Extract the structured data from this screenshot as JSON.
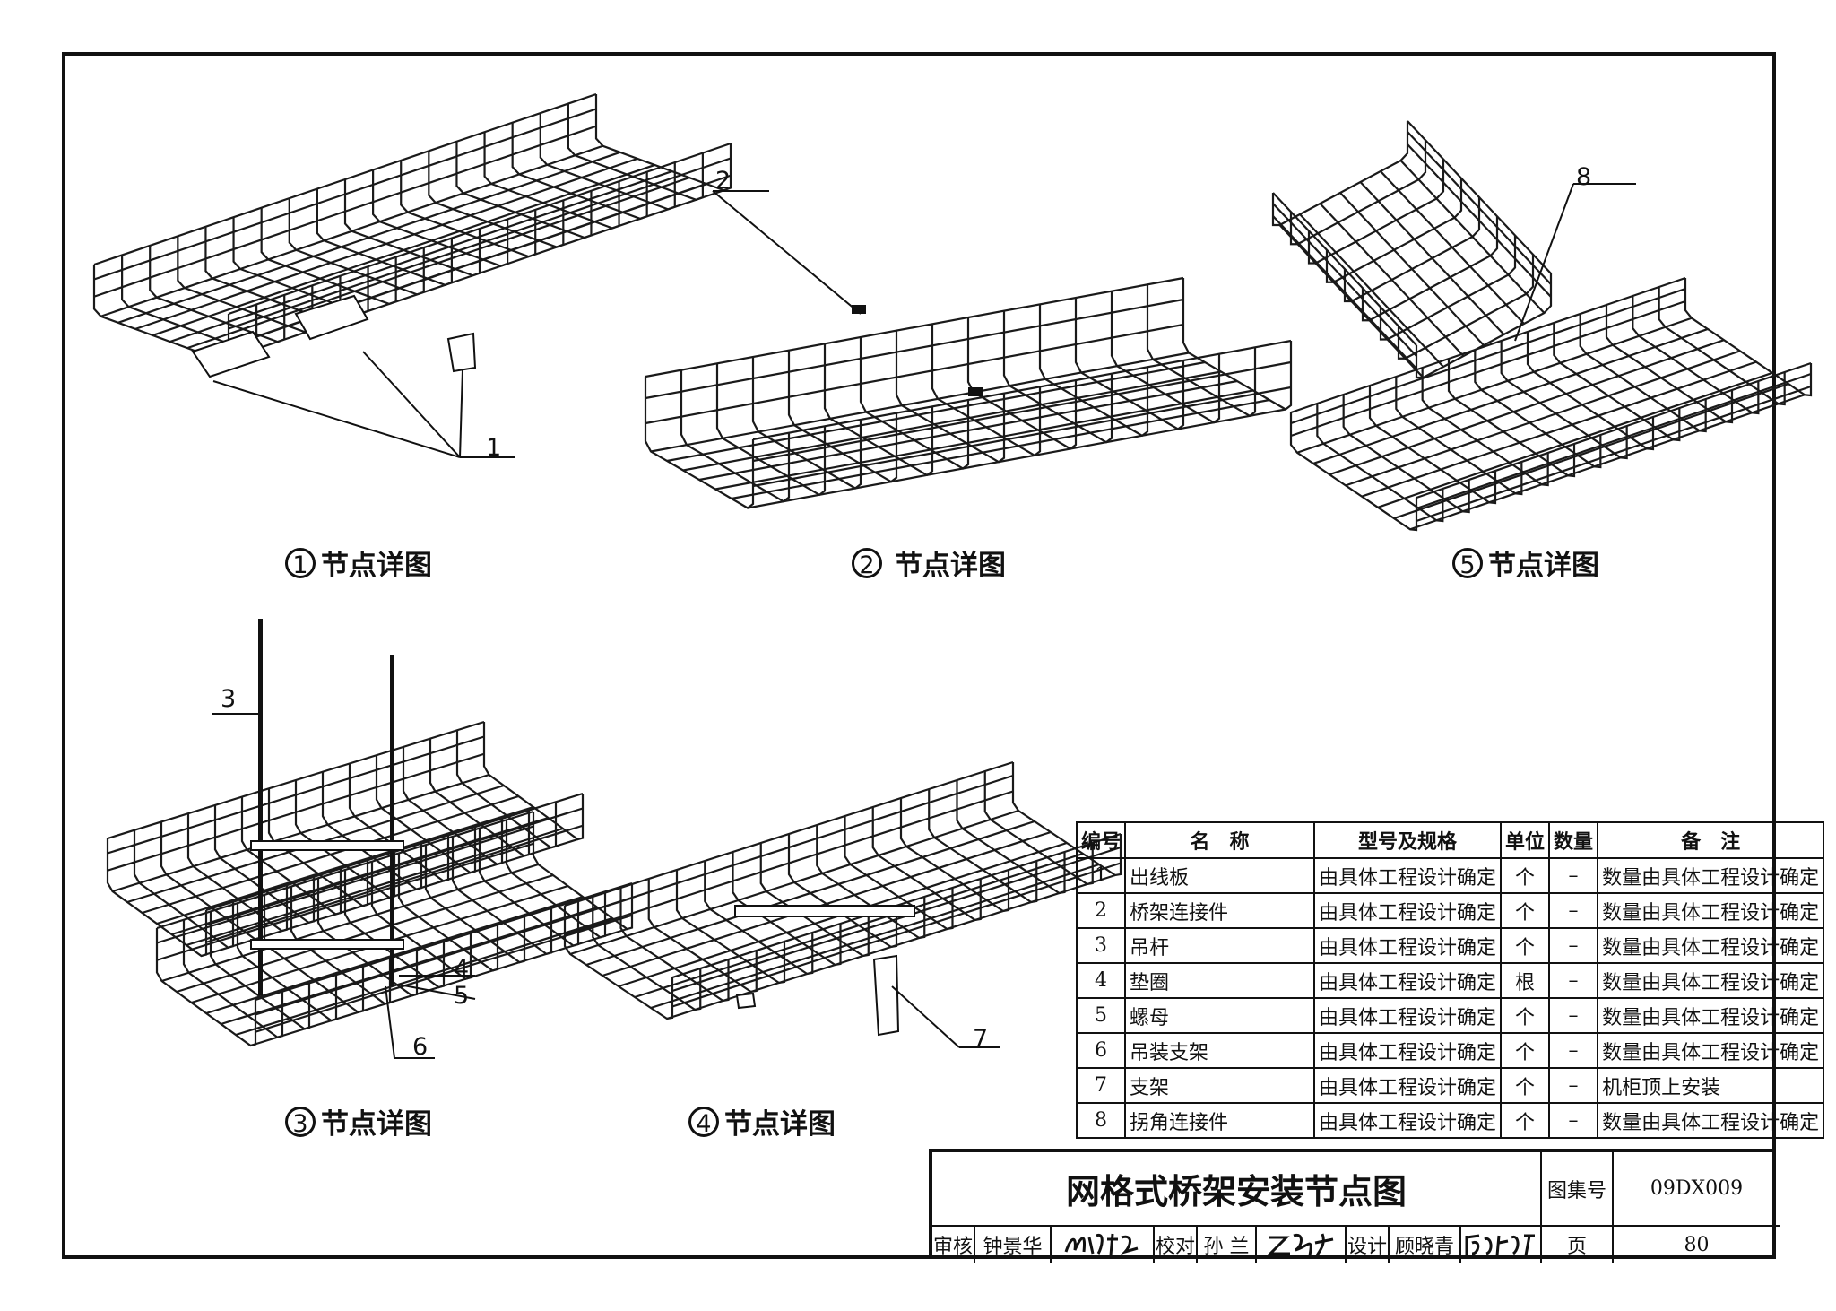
{
  "details": [
    {
      "num": "1",
      "caption": "节点详图"
    },
    {
      "num": "2",
      "caption": "节点详图"
    },
    {
      "num": "5",
      "caption": "节点详图"
    },
    {
      "num": "3",
      "caption": "节点详图"
    },
    {
      "num": "4",
      "caption": "节点详图"
    }
  ],
  "callouts": [
    "1",
    "2",
    "8",
    "3",
    "4",
    "5",
    "6",
    "7"
  ],
  "table": {
    "headers": {
      "no": "编号",
      "name": "名　称",
      "spec": "型号及规格",
      "unit": "单位",
      "qty": "数量",
      "note": "备　注"
    },
    "rows": [
      {
        "no": "1",
        "name": "出线板",
        "spec": "由具体工程设计确定",
        "unit": "个",
        "qty": "–",
        "note": "数量由具体工程设计确定"
      },
      {
        "no": "2",
        "name": "桥架连接件",
        "spec": "由具体工程设计确定",
        "unit": "个",
        "qty": "–",
        "note": "数量由具体工程设计确定"
      },
      {
        "no": "3",
        "name": "吊杆",
        "spec": "由具体工程设计确定",
        "unit": "个",
        "qty": "–",
        "note": "数量由具体工程设计确定"
      },
      {
        "no": "4",
        "name": "垫圈",
        "spec": "由具体工程设计确定",
        "unit": "根",
        "qty": "–",
        "note": "数量由具体工程设计确定"
      },
      {
        "no": "5",
        "name": "螺母",
        "spec": "由具体工程设计确定",
        "unit": "个",
        "qty": "–",
        "note": "数量由具体工程设计确定"
      },
      {
        "no": "6",
        "name": "吊装支架",
        "spec": "由具体工程设计确定",
        "unit": "个",
        "qty": "–",
        "note": "数量由具体工程设计确定"
      },
      {
        "no": "7",
        "name": "支架",
        "spec": "由具体工程设计确定",
        "unit": "个",
        "qty": "–",
        "note": "机柜顶上安装"
      },
      {
        "no": "8",
        "name": "拐角连接件",
        "spec": "由具体工程设计确定",
        "unit": "个",
        "qty": "–",
        "note": "数量由具体工程设计确定"
      }
    ]
  },
  "title_block": {
    "title": "网格式桥架安装节点图",
    "atlas_label": "图集号",
    "atlas_no": "09DX009",
    "page_label": "页",
    "page_no": "80",
    "review_label": "审核",
    "reviewer": "钟景华",
    "check_label": "校对",
    "checker": "孙 兰",
    "design_label": "设计",
    "designer": "顾晓青"
  }
}
